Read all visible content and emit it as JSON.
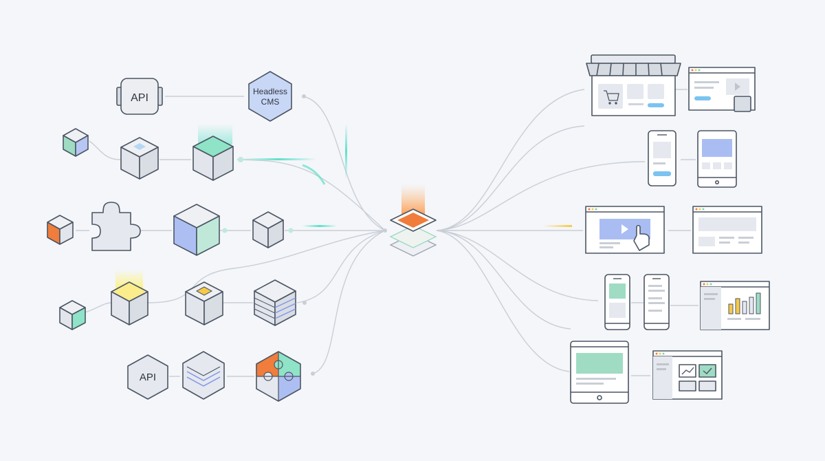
{
  "nodes": {
    "api_top": "API",
    "headless_cms": "Headless\nCMS",
    "api_bottom": "API"
  },
  "colors": {
    "teal": "#7fd6b4",
    "blue": "#a9bdf3",
    "orange": "#f07d3c",
    "yellow": "#f7d54a",
    "glow_teal": "#5fe0c9",
    "glow_orange": "#ff8a33",
    "glow_yellow": "#fff06a",
    "outline": "#4b5563",
    "tile": "#e5e8ee",
    "screen": "#d9dde4",
    "accent_blue": "#7cc3f0"
  },
  "icons": [
    "api-box-icon",
    "headless-cms-hexagon-icon",
    "cube-icon",
    "puzzle-piece-icon",
    "layered-stack-icon",
    "storefront-icon",
    "browser-window-icon",
    "phone-icon",
    "tablet-icon",
    "video-player-icon",
    "bar-chart-icon",
    "line-chart-icon"
  ]
}
